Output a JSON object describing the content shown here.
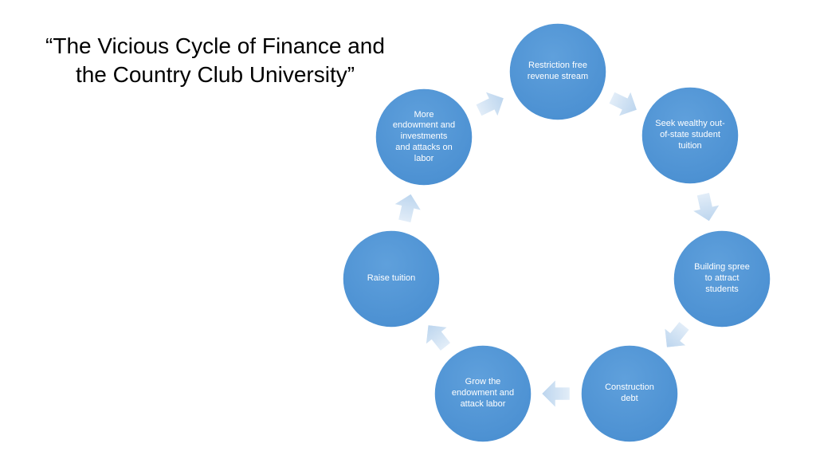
{
  "slide": {
    "title_line1": "“The Vicious Cycle of Finance and",
    "title_line2": "the Country Club University”"
  },
  "cycle": {
    "circle_color": "#4a8fd1",
    "circle_color_light": "#5fa0dc",
    "arrow_color": "#bcd5ee",
    "nodes": [
      {
        "label": "Restriction free revenue stream"
      },
      {
        "label": "Seek wealthy out-of-state student tuition"
      },
      {
        "label": "Building spree to attract students"
      },
      {
        "label": "Construction debt"
      },
      {
        "label": "Grow the endowment and attack labor"
      },
      {
        "label": "Raise tuition"
      },
      {
        "label": "More endowment and investments and attacks on labor"
      }
    ]
  }
}
